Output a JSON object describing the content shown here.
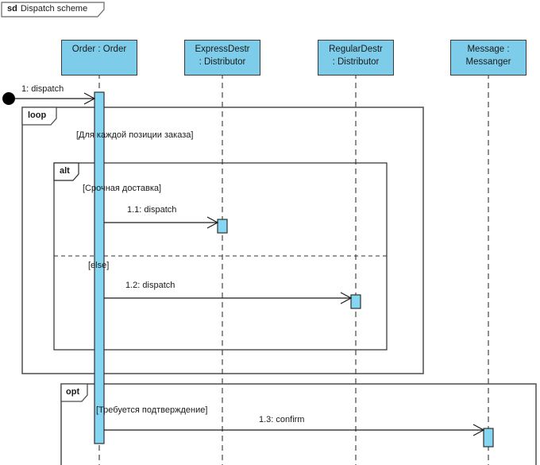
{
  "frame": {
    "keyword": "sd",
    "title": "Dispatch scheme"
  },
  "lifelines": [
    {
      "id": "order",
      "line1": "Order : Order",
      "line2": ""
    },
    {
      "id": "express",
      "line1": "ExpressDestr",
      "line2": ": Distributor"
    },
    {
      "id": "regular",
      "line1": "RegularDestr",
      "line2": ": Distributor"
    },
    {
      "id": "message",
      "line1": "Message :",
      "line2": "Messanger"
    }
  ],
  "messages": [
    {
      "id": "1",
      "label": "1: dispatch"
    },
    {
      "id": "1.1",
      "label": "1.1: dispatch"
    },
    {
      "id": "1.2",
      "label": "1.2: dispatch"
    },
    {
      "id": "1.3",
      "label": "1.3: confirm"
    }
  ],
  "fragments": {
    "loop": {
      "operator": "loop",
      "guard": "[Для каждой позиции заказа]"
    },
    "alt": {
      "operator": "alt",
      "guard": "[Срочная доставка]",
      "else_label": "[else]"
    },
    "opt": {
      "operator": "opt",
      "guard": "[Требуется подтверждение]"
    }
  },
  "colors": {
    "lifeline_fill": "#7dcdea",
    "activation_fill": "#85d6f2",
    "frame_border": "#4d4d4d",
    "line": "#1a1a1a"
  }
}
